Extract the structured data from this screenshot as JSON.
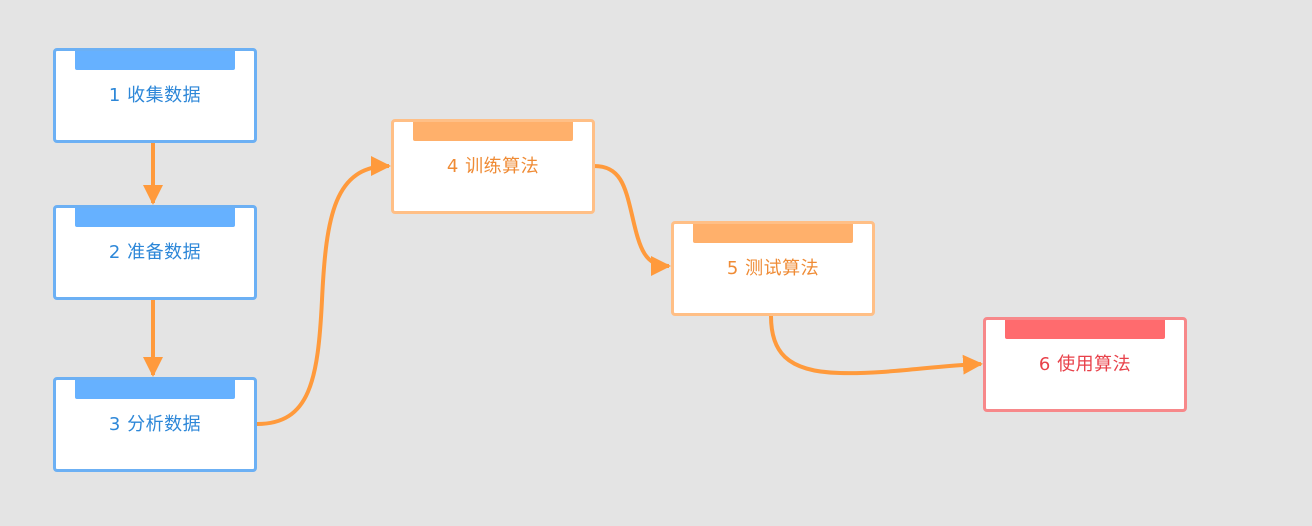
{
  "diagram": {
    "type": "flowchart",
    "background": "#e4e4e4",
    "connector_color": "#ff9a3c",
    "nodes": [
      {
        "id": "1",
        "label": "1 收集数据",
        "color": "blue"
      },
      {
        "id": "2",
        "label": "2 准备数据",
        "color": "blue"
      },
      {
        "id": "3",
        "label": "3 分析数据",
        "color": "blue"
      },
      {
        "id": "4",
        "label": "4 训练算法",
        "color": "orange"
      },
      {
        "id": "5",
        "label": "5 测试算法",
        "color": "orange"
      },
      {
        "id": "6",
        "label": "6 使用算法",
        "color": "red"
      }
    ],
    "edges": [
      {
        "from": "1",
        "to": "2"
      },
      {
        "from": "2",
        "to": "3"
      },
      {
        "from": "3",
        "to": "4"
      },
      {
        "from": "4",
        "to": "5"
      },
      {
        "from": "5",
        "to": "6"
      }
    ],
    "colors": {
      "blue": {
        "border": "#6cb0f4",
        "bar": "#66b1ff",
        "text": "#2d87d8"
      },
      "orange": {
        "border": "#ffbf86",
        "bar": "#ffb06b",
        "text": "#ef8b35"
      },
      "red": {
        "border": "#f7888a",
        "bar": "#ff6b6e",
        "text": "#e8414a"
      }
    }
  }
}
